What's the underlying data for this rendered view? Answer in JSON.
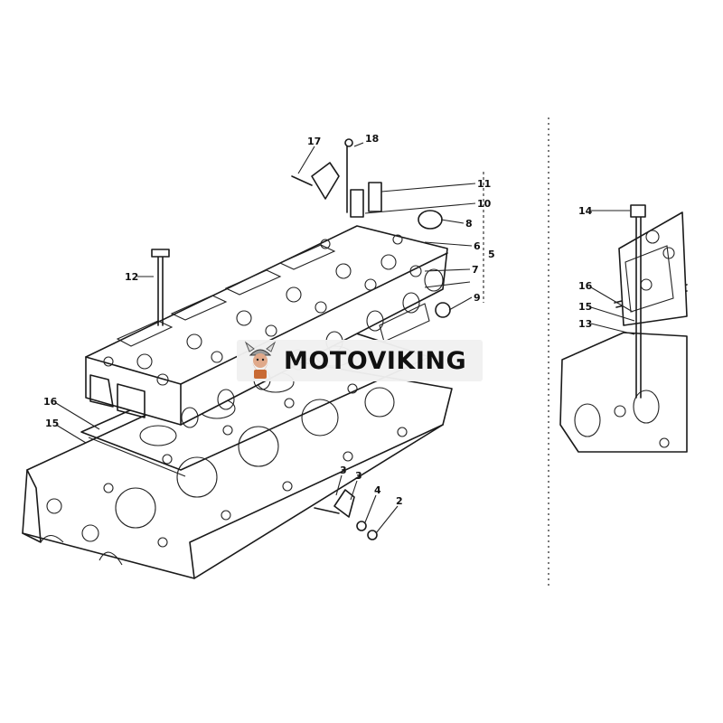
{
  "watermark": {
    "brand_text": "MOTOVIKING",
    "logo_icon": "viking-mascot-icon"
  },
  "callouts": {
    "c17": "17",
    "c18": "18",
    "c11": "11",
    "c10": "10",
    "c8": "8",
    "c6": "6",
    "c5": "5",
    "c7": "7",
    "c9": "9",
    "c12": "12",
    "c16": "16",
    "c15": "15",
    "c3a": "3",
    "c3b": "3",
    "c4": "4",
    "c2": "2",
    "r14": "14",
    "r16": "16",
    "r15": "15",
    "r13": "13"
  },
  "colors": {
    "ink": "#1a1a1a",
    "background": "#ffffff",
    "watermark_bg": "#f0f0f0"
  }
}
